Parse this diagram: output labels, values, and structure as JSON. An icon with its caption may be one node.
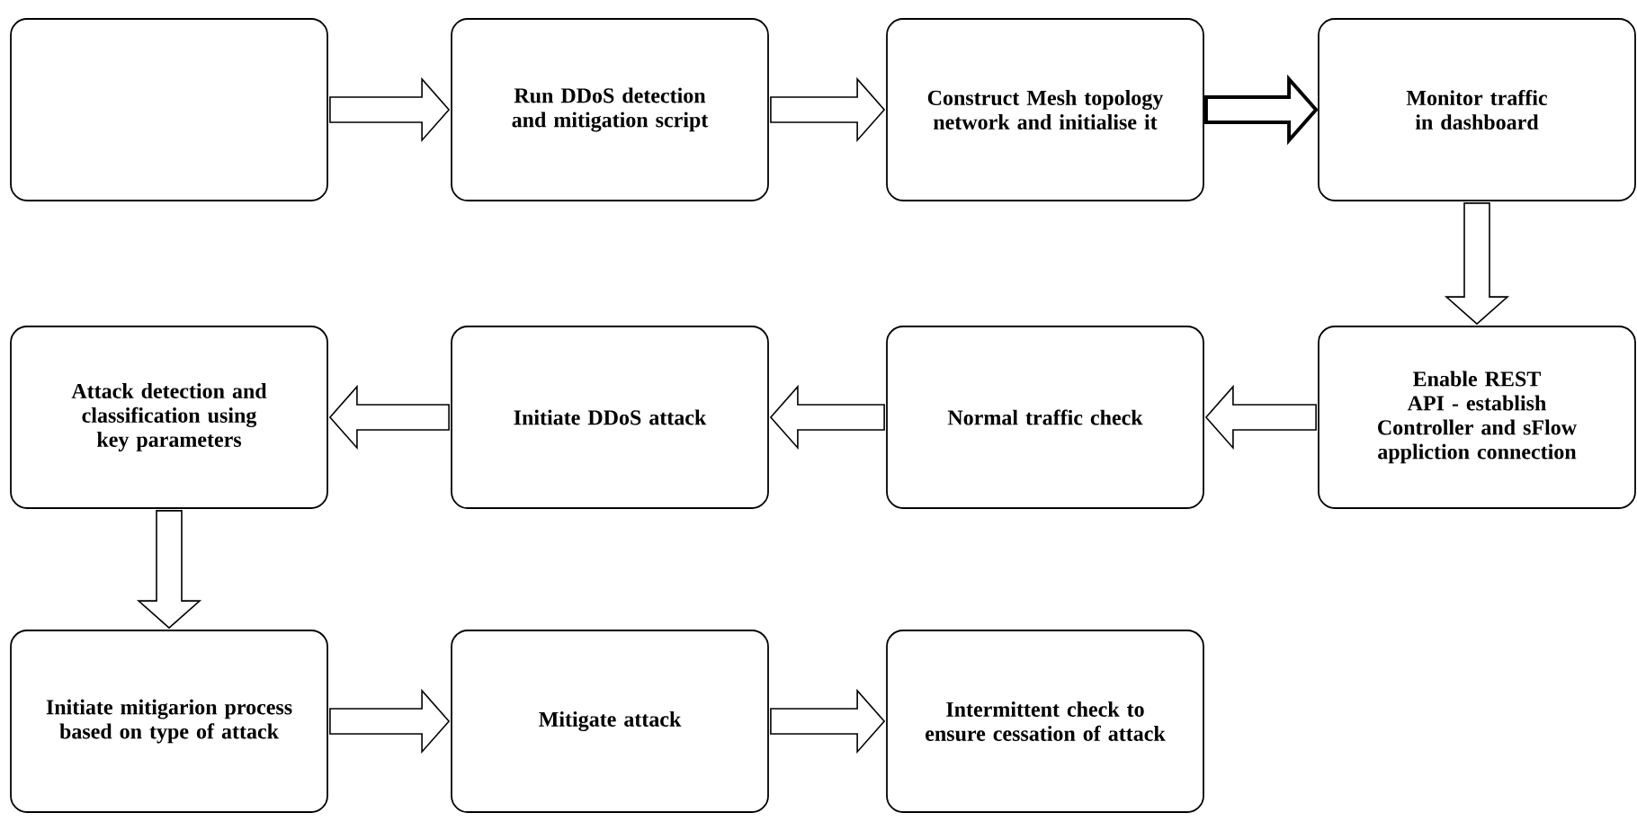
{
  "diagram": {
    "nodes": [
      {
        "text": [],
        "shape": "box"
      },
      {
        "text": [
          "Run DDoS detection and mitigation script"
        ]
      },
      {
        "text": [
          "Construct Mesh topology network and initialise it"
        ]
      },
      {
        "text": [
          "Monitor traffic in dashboard"
        ]
      },
      {
        "text": [
          "Enable REST API - establish Controller and sFlow appliction connection"
        ]
      },
      {
        "text": [
          "Normal  traffic check"
        ]
      },
      {
        "text": [
          "Initiate DDoS attack"
        ]
      },
      {
        "text": [
          "Attack detection and classification using key parameters"
        ]
      },
      {
        "text": [
          "Initiate mitigarion process based on type of attack"
        ]
      },
      {
        "text": [
          "Mitigate attack"
        ]
      },
      {
        "text": [
          "Intermittent check to ensure cessation of attack"
        ]
      }
    ],
    "edges": [
      {
        "from": 0,
        "to": 1,
        "arrow": "to"
      },
      {
        "from": 1,
        "to": 2,
        "arrow": "to"
      },
      {
        "from": 2,
        "to": 3,
        "arrow": "to",
        "style": "thick"
      },
      {
        "from": 3,
        "to": 4,
        "arrow": "to"
      },
      {
        "from": 4,
        "to": 5,
        "arrow": "to"
      },
      {
        "from": 5,
        "to": 6,
        "arrow": "to"
      },
      {
        "from": 6,
        "to": 7,
        "arrow": "to"
      },
      {
        "from": 7,
        "to": 8,
        "arrow": "to"
      },
      {
        "from": 8,
        "to": 9,
        "arrow": "to"
      },
      {
        "from": 9,
        "to": 10,
        "arrow": "to"
      }
    ]
  }
}
